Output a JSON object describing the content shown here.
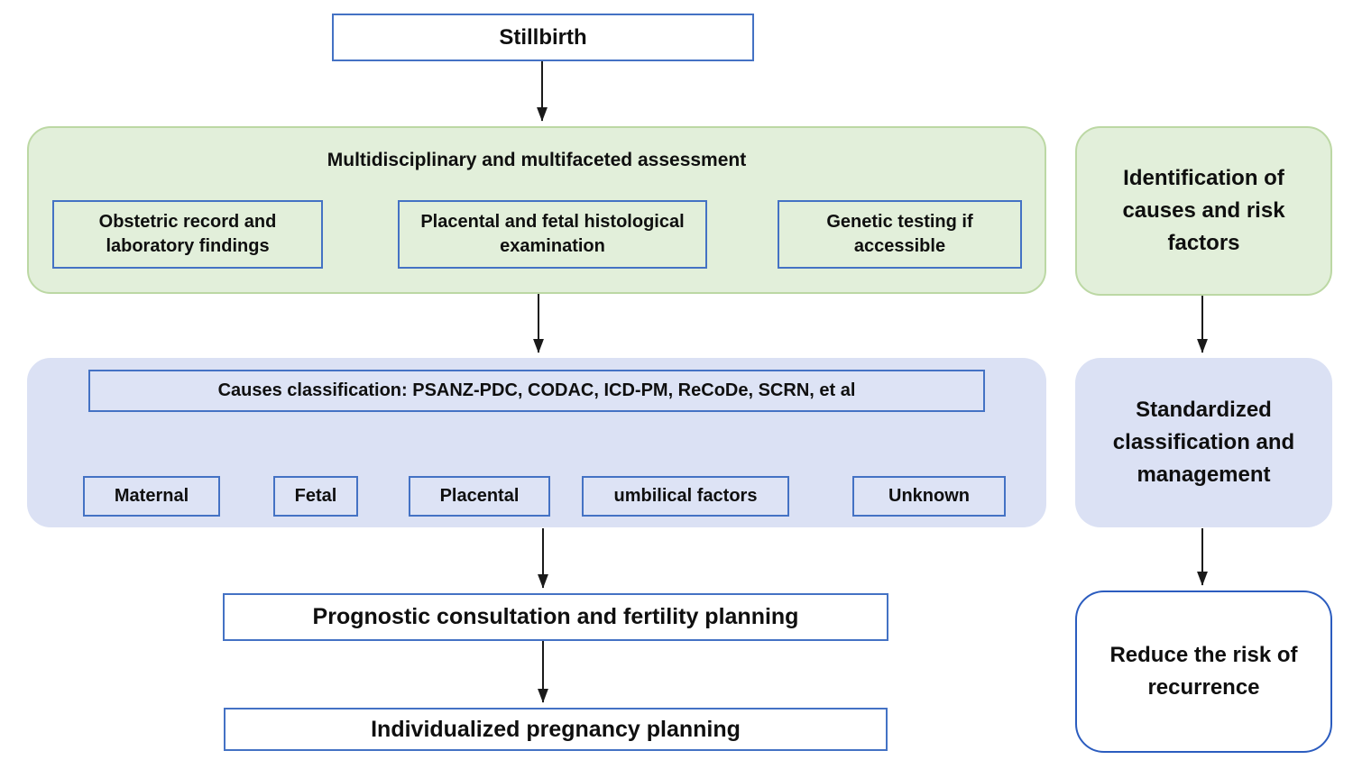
{
  "diagram": {
    "title": "Stillbirth",
    "assessment": {
      "title": "Multidisciplinary and multifaceted assessment",
      "steps": [
        "Obstetric record and laboratory findings",
        "Placental and fetal histological examination",
        "Genetic testing if accessible"
      ]
    },
    "classification": {
      "title": "Causes classification: PSANZ-PDC, CODAC, ICD-PM, ReCoDe, SCRN, et al",
      "categories": [
        "Maternal",
        "Fetal",
        "Placental",
        "umbilical factors",
        "Unknown"
      ]
    },
    "planning": [
      "Prognostic consultation and fertility planning",
      "Individualized pregnancy planning"
    ],
    "outcomes": [
      "Identification of causes and risk factors",
      "Standardized classification and management",
      "Reduce the risk of recurrence"
    ]
  },
  "colors": {
    "green_fill": "#e2efda",
    "green_border": "#bcd8a4",
    "lavender_fill": "#dbe1f4",
    "box_border_blue": "#4472c4",
    "outcome_border_blue": "#2b5cbf",
    "arrow_black": "#1a1a1a",
    "arrow_blue": "#4472c4"
  }
}
